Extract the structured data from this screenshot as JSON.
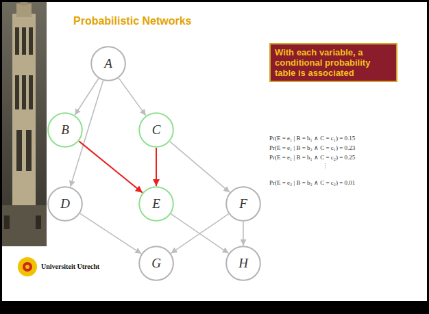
{
  "diagram": {
    "title": "Probabilistic Networks",
    "nodes": [
      {
        "text": [
          "A"
        ]
      },
      {
        "text": [
          "With each variable, a conditional probability table is associated"
        ]
      },
      {
        "text": [
          "B"
        ]
      },
      {
        "text": [
          "C"
        ]
      },
      {
        "text": [
          "D"
        ]
      },
      {
        "text": [
          "E"
        ]
      },
      {
        "text": [
          "F"
        ]
      },
      {
        "text": [
          "G"
        ]
      },
      {
        "text": [
          "H"
        ]
      }
    ],
    "edges": [
      {
        "from": 0,
        "to": 2,
        "arrow": "to"
      },
      {
        "from": 0,
        "to": 3,
        "arrow": "to"
      },
      {
        "from": 0,
        "to": 4,
        "arrow": "to"
      },
      {
        "from": 2,
        "to": 5,
        "arrow": "to"
      },
      {
        "from": 3,
        "to": 5,
        "arrow": "to"
      },
      {
        "from": 3,
        "to": 6,
        "arrow": "to"
      },
      {
        "from": 4,
        "to": 7,
        "arrow": "to"
      },
      {
        "from": 5,
        "to": 8,
        "arrow": "to"
      },
      {
        "from": 6,
        "to": 7,
        "arrow": "to"
      },
      {
        "from": 6,
        "to": 8,
        "arrow": "to"
      }
    ],
    "labels": [
      "Pr(E = e₁ | B = b₁ ∧ C = c₁) = 0.15",
      "Pr(E = e₁ | B = b₂ ∧ C = c₁) = 0.23",
      "Pr(E = e₁ | B = b₁ ∧ C = c₂) = 0.25",
      "⋮",
      "Pr(E = e₂ | B = b₂ ∧ C = c₂) = 0.01",
      "Universiteit Utrecht"
    ]
  }
}
